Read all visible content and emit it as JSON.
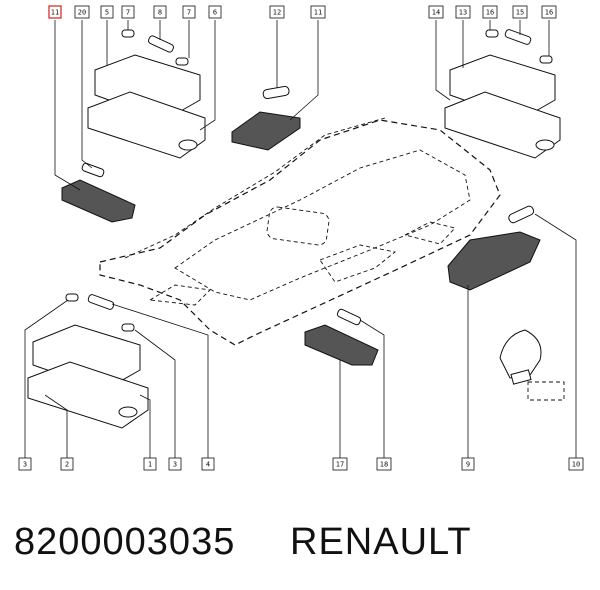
{
  "callouts": [
    {
      "label": "11",
      "highlight": true
    },
    {
      "label": "20"
    },
    {
      "label": "5"
    },
    {
      "label": "7"
    },
    {
      "label": "8"
    },
    {
      "label": "7"
    },
    {
      "label": "6"
    },
    {
      "label": "12"
    },
    {
      "label": "11"
    },
    {
      "label": "14"
    },
    {
      "label": "13"
    },
    {
      "label": "16"
    },
    {
      "label": "15"
    },
    {
      "label": "16"
    },
    {
      "label": "3"
    },
    {
      "label": "2"
    },
    {
      "label": "1"
    },
    {
      "label": "3"
    },
    {
      "label": "4"
    },
    {
      "label": "17"
    },
    {
      "label": "18"
    },
    {
      "label": "9"
    },
    {
      "label": "10"
    }
  ],
  "caption": {
    "part_number": "8200003035",
    "brand": "RENAULT"
  },
  "colors": {
    "highlight": "#d32020",
    "ink": "#111111"
  }
}
